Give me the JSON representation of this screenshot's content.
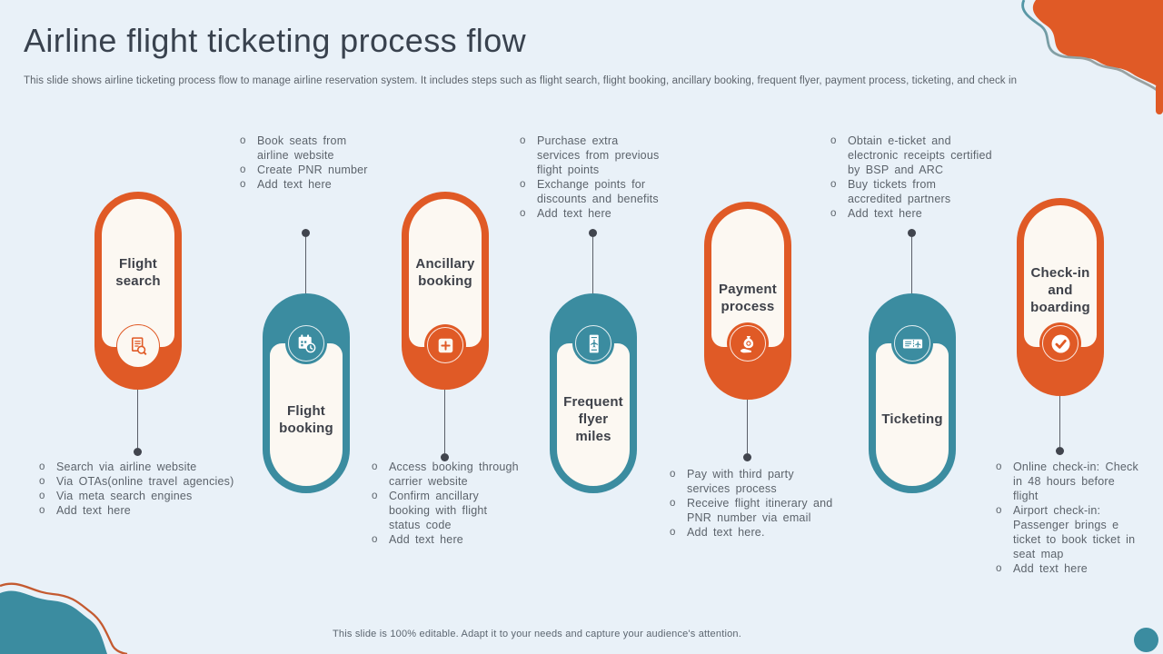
{
  "slide": {
    "title": "Airline flight ticketing process flow",
    "subtitle": "This slide shows airline ticketing process flow to manage airline reservation system. It includes steps such as flight search, flight booking, ancillary booking, frequent flyer,  payment process, ticketing, and check in",
    "footer_note": "This slide is 100% editable. Adapt it to your needs and capture your audience's attention."
  },
  "colors": {
    "orange": "#E05A26",
    "teal": "#3B8CA0",
    "background": "#E9F1F8",
    "ivory": "#FCF8F2",
    "title_text": "#39424E",
    "label_text": "#3E4149",
    "body_text": "#5C636B"
  },
  "steps": [
    {
      "label": "Flight search",
      "icon": "document-search-icon",
      "theme": "orange",
      "bullets": [
        "Search via airline website",
        "Via OTAs(online travel agencies)",
        "Via meta search engines",
        "Add text here"
      ]
    },
    {
      "label": "Flight booking",
      "icon": "calendar-clock-icon",
      "theme": "teal",
      "bullets": [
        "Book seats from airline website",
        "Create PNR number",
        "Add text here"
      ]
    },
    {
      "label": "Ancillary booking",
      "icon": "plus-square-icon",
      "theme": "orange",
      "bullets": [
        "Access booking through carrier website",
        "Confirm ancillary booking with flight status code",
        "Add text here"
      ]
    },
    {
      "label": "Frequent flyer miles",
      "icon": "boarding-pass-icon",
      "theme": "teal",
      "bullets": [
        "Purchase extra services from previous flight points",
        "Exchange points for discounts and benefits",
        "Add text here"
      ]
    },
    {
      "label": "Payment process",
      "icon": "money-hand-icon",
      "theme": "orange",
      "bullets": [
        "Pay with third party services process",
        "Receive flight itinerary and PNR number via email",
        "Add text here."
      ]
    },
    {
      "label": "Ticketing",
      "icon": "ticket-plane-icon",
      "theme": "teal",
      "bullets": [
        "Obtain e-ticket and electronic receipts certified by BSP and ARC",
        "Buy tickets from accredited partners",
        "Add text here"
      ]
    },
    {
      "label": "Check-in and boarding",
      "icon": "check-circle-icon",
      "theme": "orange",
      "bullets": [
        "Online check-in: Check in 48 hours before flight",
        "Airport check-in: Passenger brings e ticket to book ticket in seat map",
        "Add text here"
      ]
    }
  ]
}
